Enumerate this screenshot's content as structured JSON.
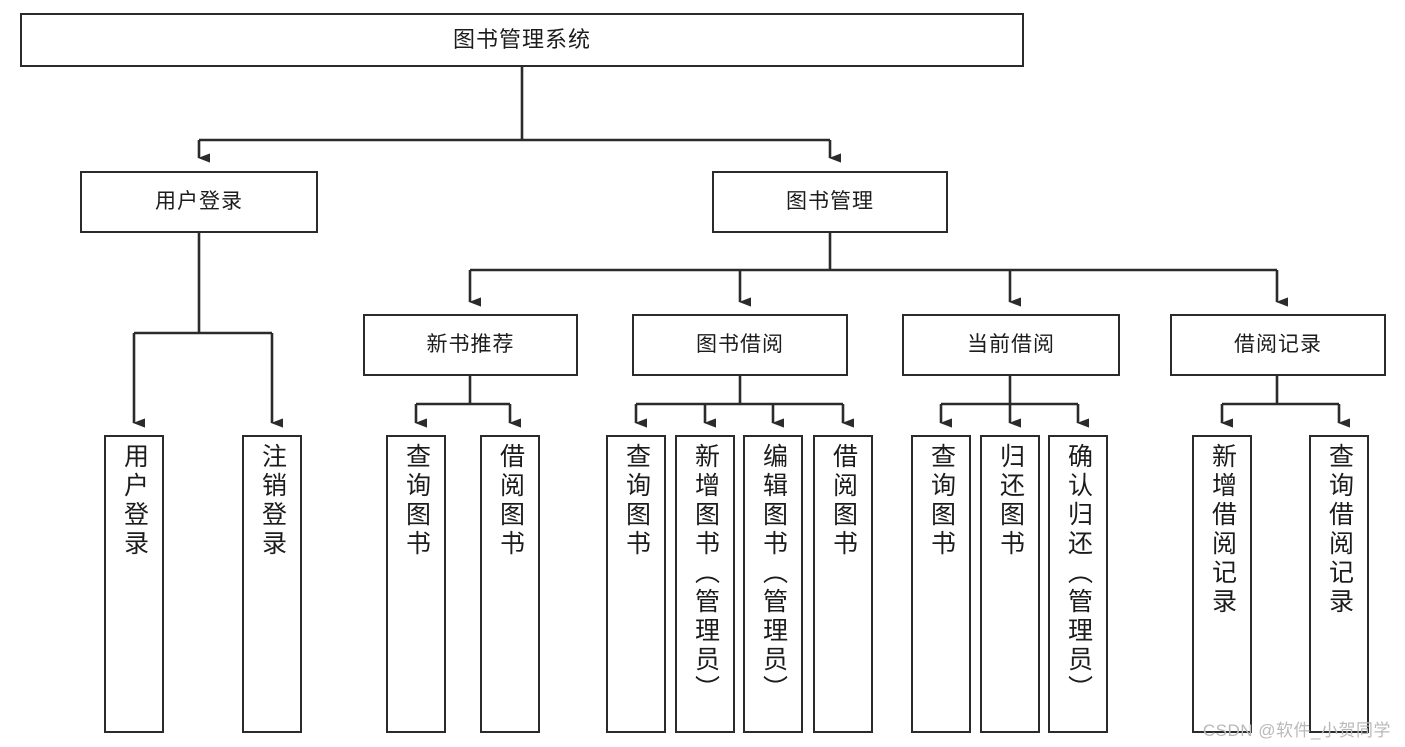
{
  "diagram": {
    "title": "图书管理系统",
    "type": "tree",
    "levels": 4,
    "root": {
      "label": "图书管理系统"
    },
    "level2": [
      {
        "label": "用户登录"
      },
      {
        "label": "图书管理"
      }
    ],
    "level3": [
      {
        "label": "新书推荐",
        "parent": "图书管理"
      },
      {
        "label": "图书借阅",
        "parent": "图书管理"
      },
      {
        "label": "当前借阅",
        "parent": "图书管理"
      },
      {
        "label": "借阅记录",
        "parent": "图书管理"
      }
    ],
    "leaves": [
      {
        "label": "用户登录",
        "parent": "用户登录"
      },
      {
        "label": "注销登录",
        "parent": "用户登录"
      },
      {
        "label": "查询图书",
        "parent": "新书推荐"
      },
      {
        "label": "借阅图书",
        "parent": "新书推荐"
      },
      {
        "label": "查询图书",
        "parent": "图书借阅"
      },
      {
        "label": "新增图书（管理员）",
        "parent": "图书借阅"
      },
      {
        "label": "编辑图书（管理员）",
        "parent": "图书借阅"
      },
      {
        "label": "借阅图书",
        "parent": "图书借阅"
      },
      {
        "label": "查询图书",
        "parent": "当前借阅"
      },
      {
        "label": "归还图书",
        "parent": "当前借阅"
      },
      {
        "label": "确认归还（管理员）",
        "parent": "当前借阅"
      },
      {
        "label": "新增借阅记录",
        "parent": "借阅记录"
      },
      {
        "label": "查询借阅记录",
        "parent": "借阅记录"
      }
    ],
    "watermark": "CSDN @软件_小贺同学",
    "colors": {
      "stroke": "#2b2b2b",
      "fill": "#ffffff",
      "text": "#1c1c1c",
      "watermark": "#b9b9b9"
    }
  }
}
